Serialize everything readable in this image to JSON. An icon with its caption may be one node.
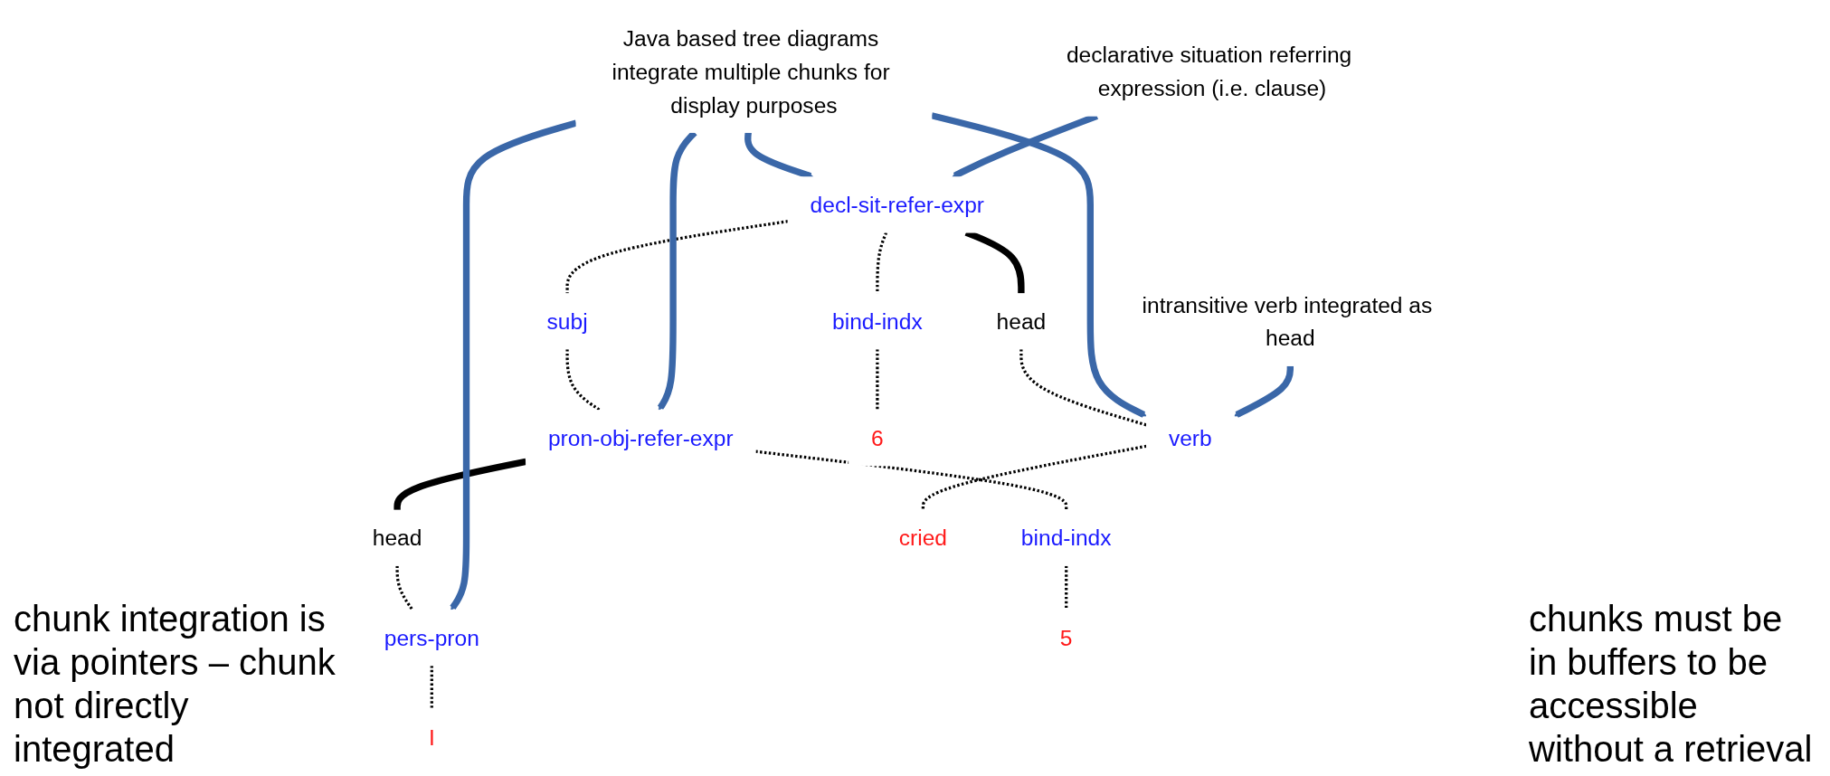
{
  "diagram": {
    "nodes": [
      {
        "text": [
          "Java based tree diagrams integrate multiple chunks for display purposes"
        ]
      },
      {
        "text": [
          "decl-sit-refer-expr"
        ]
      },
      {
        "text": [
          "subj"
        ]
      },
      {
        "text": [
          "head"
        ]
      },
      {
        "text": [
          "bind-indx"
        ]
      },
      {
        "text": [
          "pron-obj-refer-expr"
        ]
      },
      {
        "text": [
          "verb"
        ]
      },
      {
        "text": [
          "6"
        ]
      },
      {
        "text": [
          "declarative situation referring expression (i.e. clause)"
        ]
      },
      {
        "text": [
          "head"
        ]
      },
      {
        "text": [
          "bind-indx"
        ]
      },
      {
        "text": [
          "cried"
        ]
      },
      {
        "text": [
          "pers-pron"
        ]
      },
      {
        "text": [
          "5"
        ]
      },
      {
        "text": [
          "I"
        ]
      },
      {
        "text": [
          "intransitive verb integrated as head"
        ]
      }
    ],
    "edges": [
      {
        "from": 1,
        "to": 2,
        "arrow": "none",
        "style": "dashed"
      },
      {
        "from": 1,
        "to": 3,
        "arrow": "none",
        "style": "thick"
      },
      {
        "from": 1,
        "to": 4,
        "arrow": "none",
        "style": "dashed"
      },
      {
        "from": 2,
        "to": 5,
        "arrow": "none",
        "style": "dashed"
      },
      {
        "from": 3,
        "to": 6,
        "arrow": "none",
        "style": "dashed"
      },
      {
        "from": 4,
        "to": 7,
        "arrow": "none",
        "style": "dashed"
      },
      {
        "from": 5,
        "to": 9,
        "arrow": "none",
        "style": "thick"
      },
      {
        "from": 5,
        "to": 10,
        "arrow": "none",
        "style": "dashed"
      },
      {
        "from": 6,
        "to": 11,
        "arrow": "none",
        "style": "dashed"
      },
      {
        "from": 9,
        "to": 12,
        "arrow": "none",
        "style": "dashed"
      },
      {
        "from": 10,
        "to": 13,
        "arrow": "none",
        "style": "dashed"
      },
      {
        "from": 12,
        "to": 14,
        "arrow": "none",
        "style": "dashed"
      },
      {
        "from": 0,
        "to": 1,
        "arrow": "to",
        "style": "thick",
        "color": "#3a67a8"
      },
      {
        "from": 0,
        "to": 6,
        "arrow": "to",
        "style": "thick",
        "color": "#3a67a8"
      },
      {
        "from": 0,
        "to": 5,
        "arrow": "to",
        "style": "thick",
        "color": "#3a67a8"
      },
      {
        "from": 0,
        "to": 12,
        "arrow": "to",
        "style": "thick",
        "color": "#3a67a8"
      },
      {
        "from": 8,
        "to": 1,
        "arrow": "to",
        "style": "thick",
        "color": "#3a67a8"
      },
      {
        "from": 15,
        "to": 6,
        "arrow": "to",
        "style": "thick",
        "color": "#3a67a8"
      }
    ],
    "labels": [
      "chunk integration is via pointers – chunk not directly integrated",
      "chunks must be in buffers to be accessible without a retrieval"
    ]
  }
}
